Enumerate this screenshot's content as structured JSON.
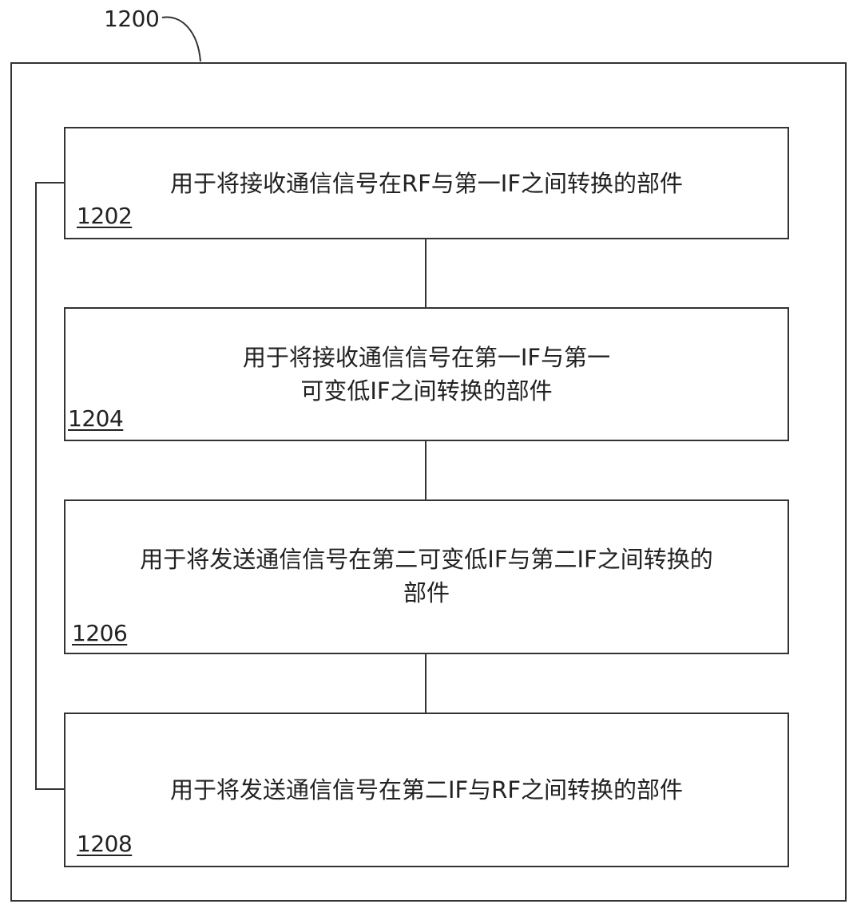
{
  "diagram": {
    "figure_ref": "1200",
    "blocks": [
      {
        "id": "1202",
        "ref": "1202",
        "lines": [
          "用于将接收通信信号在RF与第一IF之间转换的部件"
        ]
      },
      {
        "id": "1204",
        "ref": "1204",
        "lines": [
          "用于将接收通信信号在第一IF与第一",
          "可变低IF之间转换的部件"
        ]
      },
      {
        "id": "1206",
        "ref": "1206",
        "lines": [
          "用于将发送通信信号在第二可变低IF与第二IF之间转换的",
          "部件"
        ]
      },
      {
        "id": "1208",
        "ref": "1208",
        "lines": [
          "用于将发送通信信号在第二IF与RF之间转换的部件"
        ]
      }
    ]
  }
}
